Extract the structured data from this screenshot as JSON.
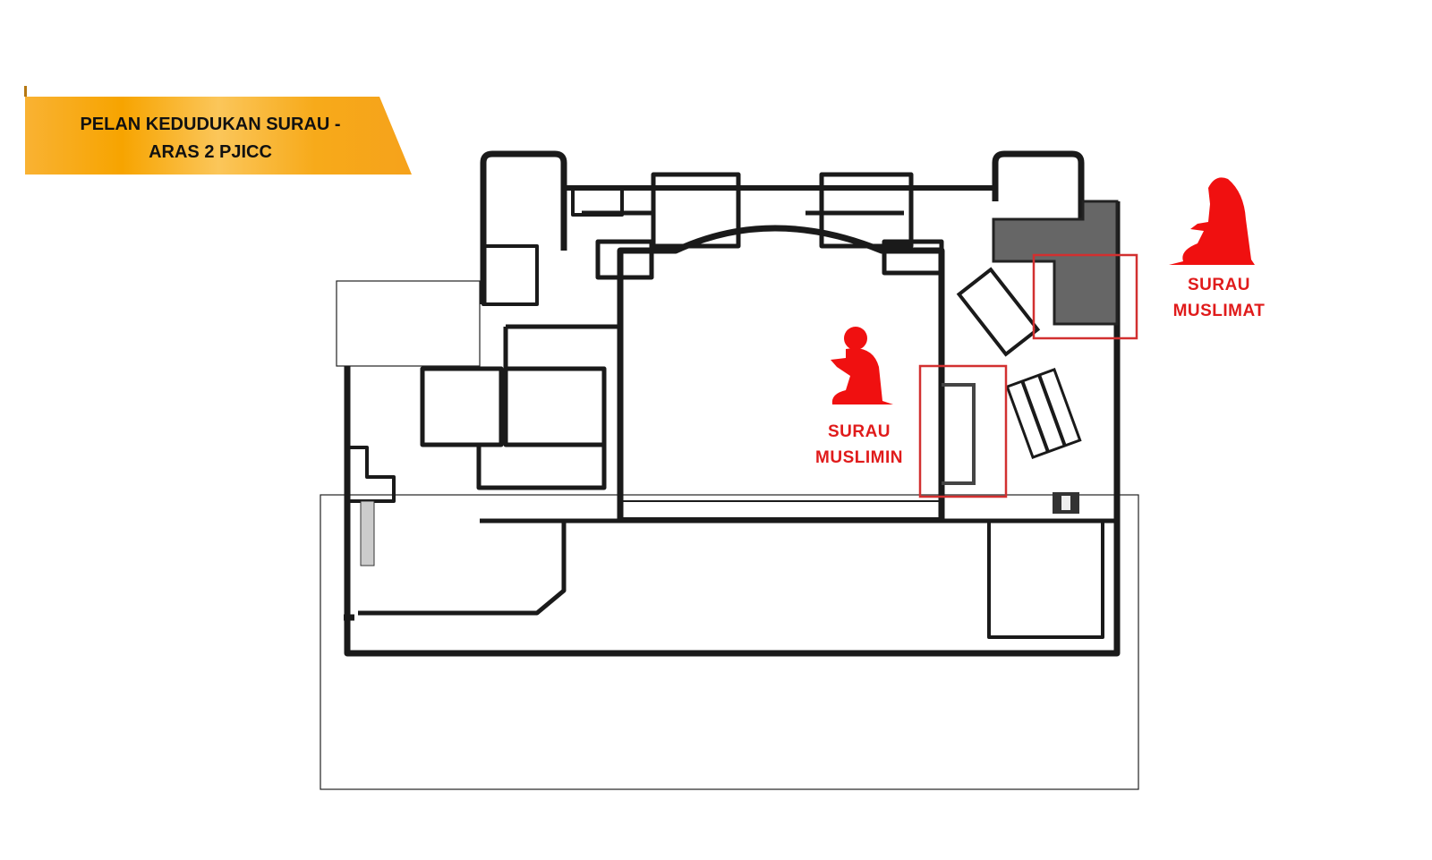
{
  "title": {
    "line1": "PELAN KEDUDUKAN SURAU -",
    "line2": "ARAS 2 PJICC"
  },
  "labels": {
    "muslimin": {
      "line1": "SURAU",
      "line2": "MUSLIMIN"
    },
    "muslimat": {
      "line1": "SURAU",
      "line2": "MUSLIMAT"
    }
  },
  "colors": {
    "banner": "#f7a400",
    "highlight": "#e01b1b",
    "wall": "#1a1a1a",
    "gray_block": "#666666"
  }
}
